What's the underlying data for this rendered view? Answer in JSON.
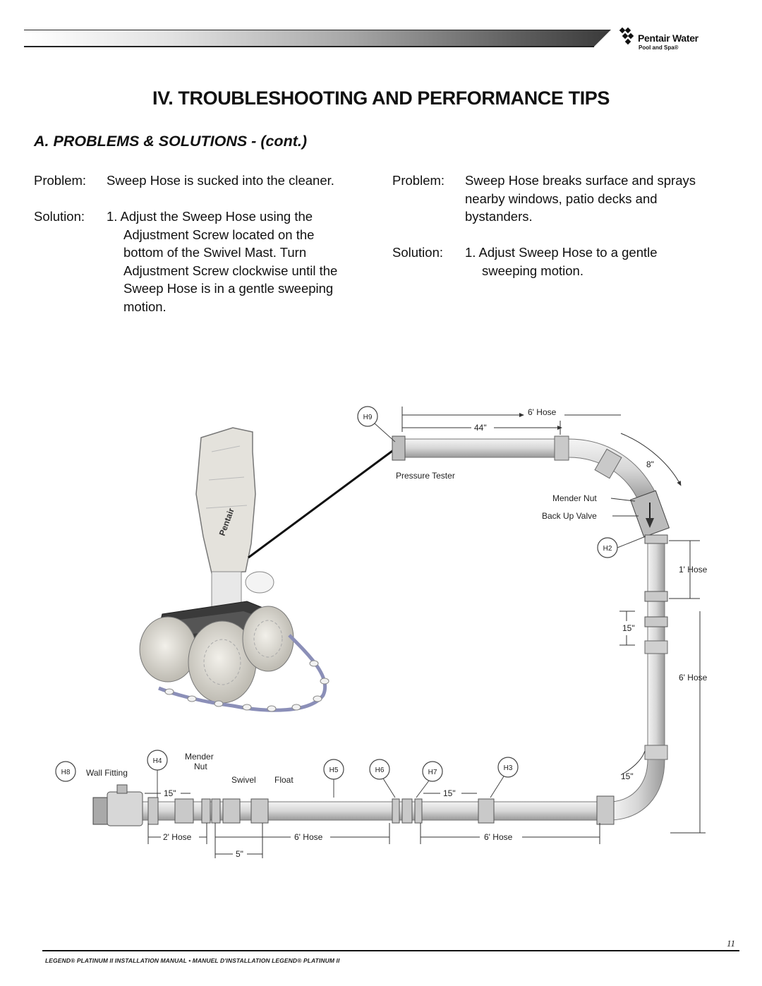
{
  "header": {
    "brand_line_1": "Pentair Water",
    "brand_line_2": "Pool and Spa®"
  },
  "title": "IV.  TROUBLESHOOTING AND PERFORMANCE TIPS",
  "subtitle": "A.  PROBLEMS & SOLUTIONS - (cont.)",
  "left_column": {
    "problem_label": "Problem:",
    "problem_text": "Sweep Hose is sucked into the  cleaner.",
    "solution_label": "Solution:",
    "solution_lines": [
      "1. Adjust the Sweep Hose using the",
      "Adjustment Screw located on the",
      "bottom of the Swivel Mast.  Turn",
      "Adjustment Screw clockwise until the",
      "Sweep Hose is in a gentle sweeping",
      "motion."
    ]
  },
  "right_column": {
    "problem_label": "Problem:",
    "problem_lines": [
      "Sweep Hose breaks surface and sprays",
      "nearby windows, patio decks and",
      "bystanders."
    ],
    "solution_label": "Solution:",
    "solution_lines": [
      "1. Adjust Sweep Hose to a gentle",
      "sweeping motion."
    ]
  },
  "diagram": {
    "callouts": [
      "H9",
      "H2",
      "H8",
      "H4",
      "H5",
      "H6",
      "H7",
      "H3"
    ],
    "labels": {
      "hose_6ft_top": "6' Hose",
      "dim_44": "44\"",
      "pressure_tester": "Pressure Tester",
      "dim_8": "8\"",
      "mender_nut_right": "Mender Nut",
      "back_up_valve": "Back Up Valve",
      "hose_1ft": "1' Hose",
      "dim_15_right": "15\"",
      "hose_6ft_right": "6' Hose",
      "dim_15_corner": "15\"",
      "wall_fitting": "Wall Fitting",
      "mender_nut_bottom_1": "Mender",
      "mender_nut_bottom_2": "Nut",
      "swivel": "Swivel",
      "float": "Float",
      "dim_15_left": "15\"",
      "dim_15_mid": "15\"",
      "hose_2ft": "2' Hose",
      "hose_6ft_bottom_1": "6' Hose",
      "hose_6ft_bottom_2": "6' Hose",
      "dim_5": "5\""
    }
  },
  "footer": {
    "page_number": "11",
    "text": "LEGEND® PLATINUM II  INSTALLATION  MANUAL  •  MANUEL D'INSTALLATION LEGEND® PLATINUM II"
  }
}
